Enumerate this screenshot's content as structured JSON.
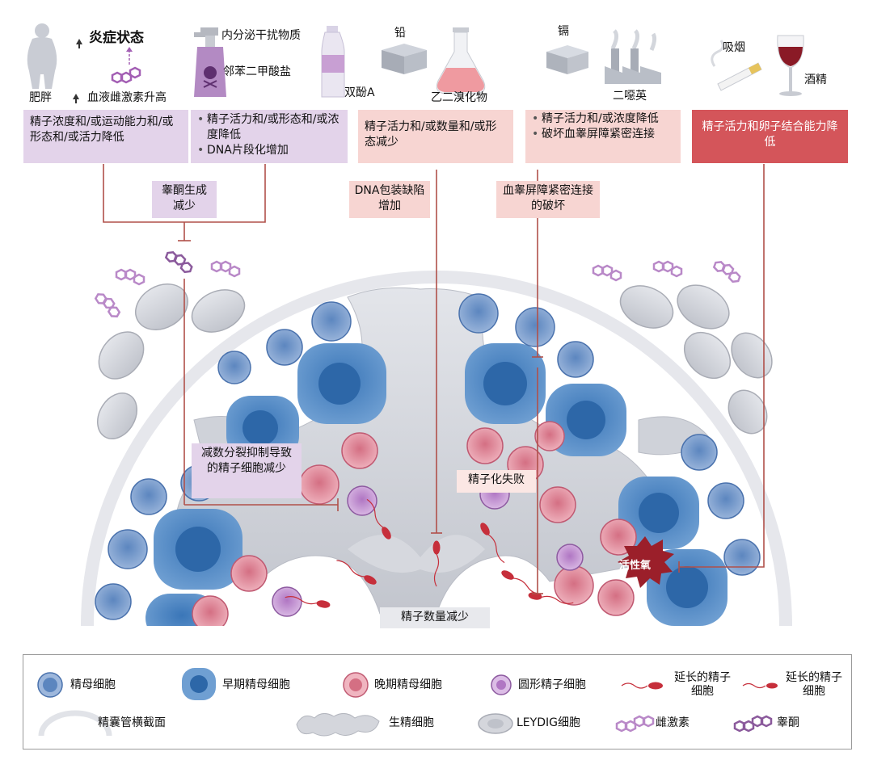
{
  "factors": {
    "obesity": "肥胖",
    "inflammation": "炎症状态",
    "estrogen_rise": "血液雌激素升高",
    "endocrine": "内分泌干扰物质",
    "phthalate": "邻苯二甲酸盐",
    "bpa": "双酚A",
    "lead": "铅",
    "dibromo": "乙二溴化物",
    "cadmium": "镉",
    "dioxin": "二噁英",
    "smoking": "吸烟",
    "alcohol": "酒精"
  },
  "effects": {
    "box1": "精子浓度和/或运动能力和/或形态和/或活力降低",
    "box2_item1": "精子活力和/或形态和/或浓度降低",
    "box2_item2": "DNA片段化增加",
    "box3": "精子活力和/或数量和/或形态减少",
    "box4_item1": "精子活力和/或浓度降低",
    "box4_item2": "破坏血睾屏障紧密连接",
    "box5": "精子活力和卵子结合能力降低"
  },
  "mechanisms": {
    "testosterone": "睾酮生成减少",
    "dna_packing": "DNA包装缺陷增加",
    "btb": "血睾屏障紧密连接的破坏",
    "meiosis": "减数分裂抑制导致的精子细胞减少",
    "spermiogenesis": "精子化失败",
    "ros": "活性氧",
    "sperm_count": "精子数量减少"
  },
  "legend": {
    "spermatogonia": "精母细胞",
    "early_spermatocyte": "早期精母细胞",
    "late_spermatocyte": "晚期精母细胞",
    "round_spermatid": "圆形精子细胞",
    "elongating_spermatid_1": "延长的精子细胞",
    "elongating_spermatid_2": "延长的精子细胞",
    "tubule_section": "精囊管横截面",
    "sertoli": "生精细胞",
    "leydig": "LEYDIG细胞",
    "estrogen": "雌激素",
    "testosterone": "睾酮"
  },
  "colors": {
    "purple_box": "#e3d3ea",
    "pink_box": "#f7d5d2",
    "red_box": "#d4555a",
    "connector": "#b0504a",
    "blue_cell": "#3f7dbf",
    "pink_cell": "#d77f90",
    "violet_cell": "#b27fc1",
    "gray_cell": "#c8cbd3"
  }
}
